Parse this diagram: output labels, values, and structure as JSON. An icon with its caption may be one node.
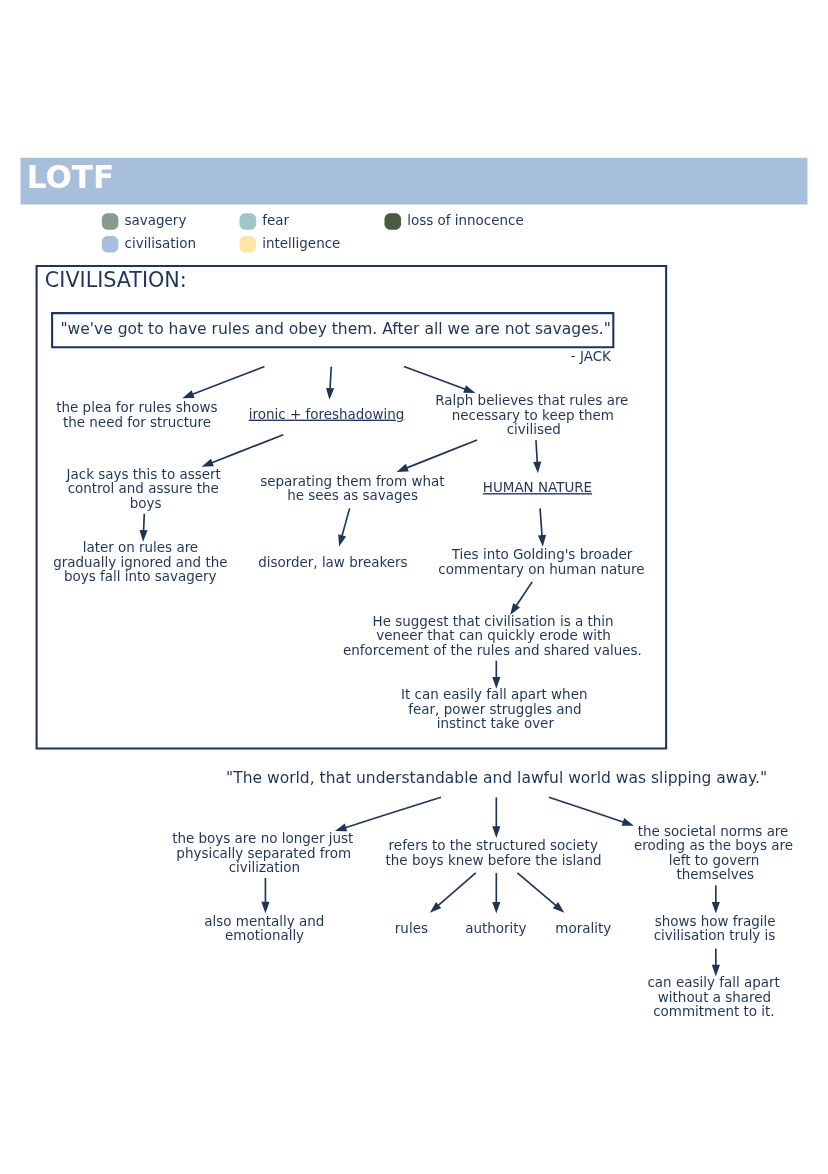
{
  "diagram": {
    "title": "LOTF",
    "nodes": [
      {
        "text": [
          "CIVILISATION:"
        ]
      },
      {
        "text": [
          "later on rules are gradually ignored and the boys fall into savagery"
        ],
        "in": 0
      },
      {
        "text": [
          "Jack says this to assert control and assure the boys"
        ],
        "in": 0
      },
      {
        "text": [
          "the plea for rules shows the need for structure"
        ],
        "in": 0
      },
      {
        "text": [
          "ironic + foreshadowing"
        ],
        "in": 0
      },
      {
        "text": [
          "\"we've got to have rules and obey them. After all we are not savages.\""
        ],
        "in": 0,
        "beside": [
          "- JACK"
        ]
      },
      {
        "text": [
          "Ralph believes that rules are necessary to keep them civilised"
        ],
        "in": 0
      },
      {
        "text": [
          "separating them from what he sees as savages"
        ],
        "in": 0
      },
      {
        "text": [
          "disorder, law breakers"
        ],
        "in": 0
      },
      {
        "text": [
          "HUMAN NATURE"
        ],
        "in": 0
      },
      {
        "text": [
          "Ties into Golding's broader commentary on human nature"
        ],
        "in": 0
      },
      {
        "text": [
          "He suggest that civilisation is a thin veneer that can quickly erode with enforcement of the rules and shared values."
        ],
        "in": 0
      },
      {
        "text": [
          "It can easily fall apart when fear, power struggles and instinct take over"
        ],
        "in": 0
      },
      {
        "text": [
          "also mentally and emotionally"
        ]
      },
      {
        "text": [
          "the boys are no longer just physically separated from civilization"
        ]
      },
      {
        "text": [
          "\"The world, that understandable and lawful world was slipping away.\""
        ]
      },
      {
        "text": [
          "refers to the structured society the boys knew before the island"
        ]
      },
      {
        "text": [
          "the societal norms are eroding as the boys are left to govern themselves"
        ]
      },
      {
        "text": [
          "rules"
        ]
      },
      {
        "text": [
          "authority"
        ]
      },
      {
        "text": [
          "morality"
        ]
      },
      {
        "text": [
          "shows how fragile civilisation truly is"
        ]
      },
      {
        "text": [
          "can easily fall apart without a shared commitment to it."
        ]
      }
    ],
    "edges": [
      {
        "from": 5,
        "to": 3,
        "arrow": "to"
      },
      {
        "from": 5,
        "to": 4,
        "arrow": "to"
      },
      {
        "from": 4,
        "to": 2,
        "arrow": "to"
      },
      {
        "from": 2,
        "to": 1,
        "arrow": "to"
      },
      {
        "from": 5,
        "to": 6,
        "arrow": "to"
      },
      {
        "from": 6,
        "to": 7,
        "arrow": "to"
      },
      {
        "from": 7,
        "to": 8,
        "arrow": "to"
      },
      {
        "from": 6,
        "to": 9,
        "arrow": "to"
      },
      {
        "from": 9,
        "to": 10,
        "arrow": "to"
      },
      {
        "from": 10,
        "to": 11,
        "arrow": "to"
      },
      {
        "from": 11,
        "to": 12,
        "arrow": "to"
      },
      {
        "from": 15,
        "to": 14,
        "arrow": "to"
      },
      {
        "from": 14,
        "to": 13,
        "arrow": "to"
      },
      {
        "from": 15,
        "to": 16,
        "arrow": "to"
      },
      {
        "from": 16,
        "to": 18,
        "arrow": "to"
      },
      {
        "from": 16,
        "to": 19,
        "arrow": "to"
      },
      {
        "from": 16,
        "to": 20,
        "arrow": "to"
      },
      {
        "from": 15,
        "to": 17,
        "arrow": "to"
      },
      {
        "from": 17,
        "to": 21,
        "arrow": "to"
      },
      {
        "from": 21,
        "to": 22,
        "arrow": "to"
      }
    ],
    "legend": [
      {
        "text": "savagery",
        "color": "#8b9a8f"
      },
      {
        "text": "fear",
        "color": "#9fc5c4"
      },
      {
        "text": "loss of innocence",
        "color": "#4d5a40"
      },
      {
        "text": "civilisation",
        "color": "#a9bedd"
      },
      {
        "text": "intelligence",
        "color": "#fbe6a2"
      }
    ]
  }
}
